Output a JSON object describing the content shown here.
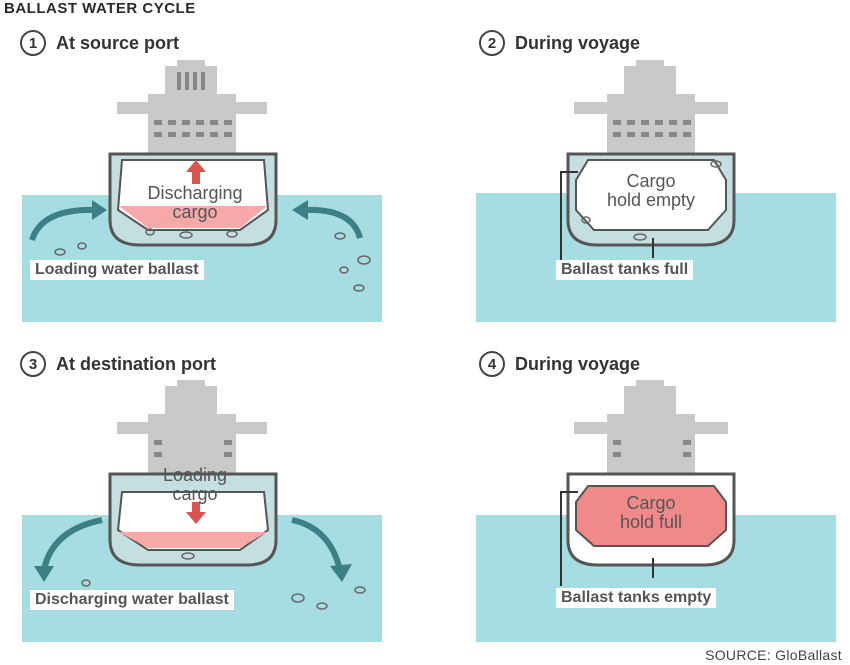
{
  "title": "BALLAST WATER CYCLE",
  "panels": [
    {
      "num": "1",
      "heading": "At source port",
      "cargo_label": "Discharging cargo",
      "cargo_l1": "Discharging",
      "cargo_l2": "cargo",
      "water_label": "Loading water ballast"
    },
    {
      "num": "2",
      "heading": "During voyage",
      "cargo_l1": "Cargo",
      "cargo_l2": "hold empty",
      "water_label": "Ballast tanks full"
    },
    {
      "num": "3",
      "heading": "At destination port",
      "cargo_l1": "Loading",
      "cargo_l2": "cargo",
      "water_label": "Discharging water ballast"
    },
    {
      "num": "4",
      "heading": "During voyage",
      "cargo_l1": "Cargo",
      "cargo_l2": "hold full",
      "water_label": "Ballast tanks empty"
    }
  ],
  "source": "SOURCE: GloBallast",
  "colors": {
    "water": "#a6dde3",
    "ballast": "#c5dfe1",
    "cargo_red": "#f08a8a",
    "arrow_red": "#d9534f",
    "arrow_teal": "#3d7f86",
    "hull": "#555555",
    "superstructure": "#c9c9c9"
  }
}
